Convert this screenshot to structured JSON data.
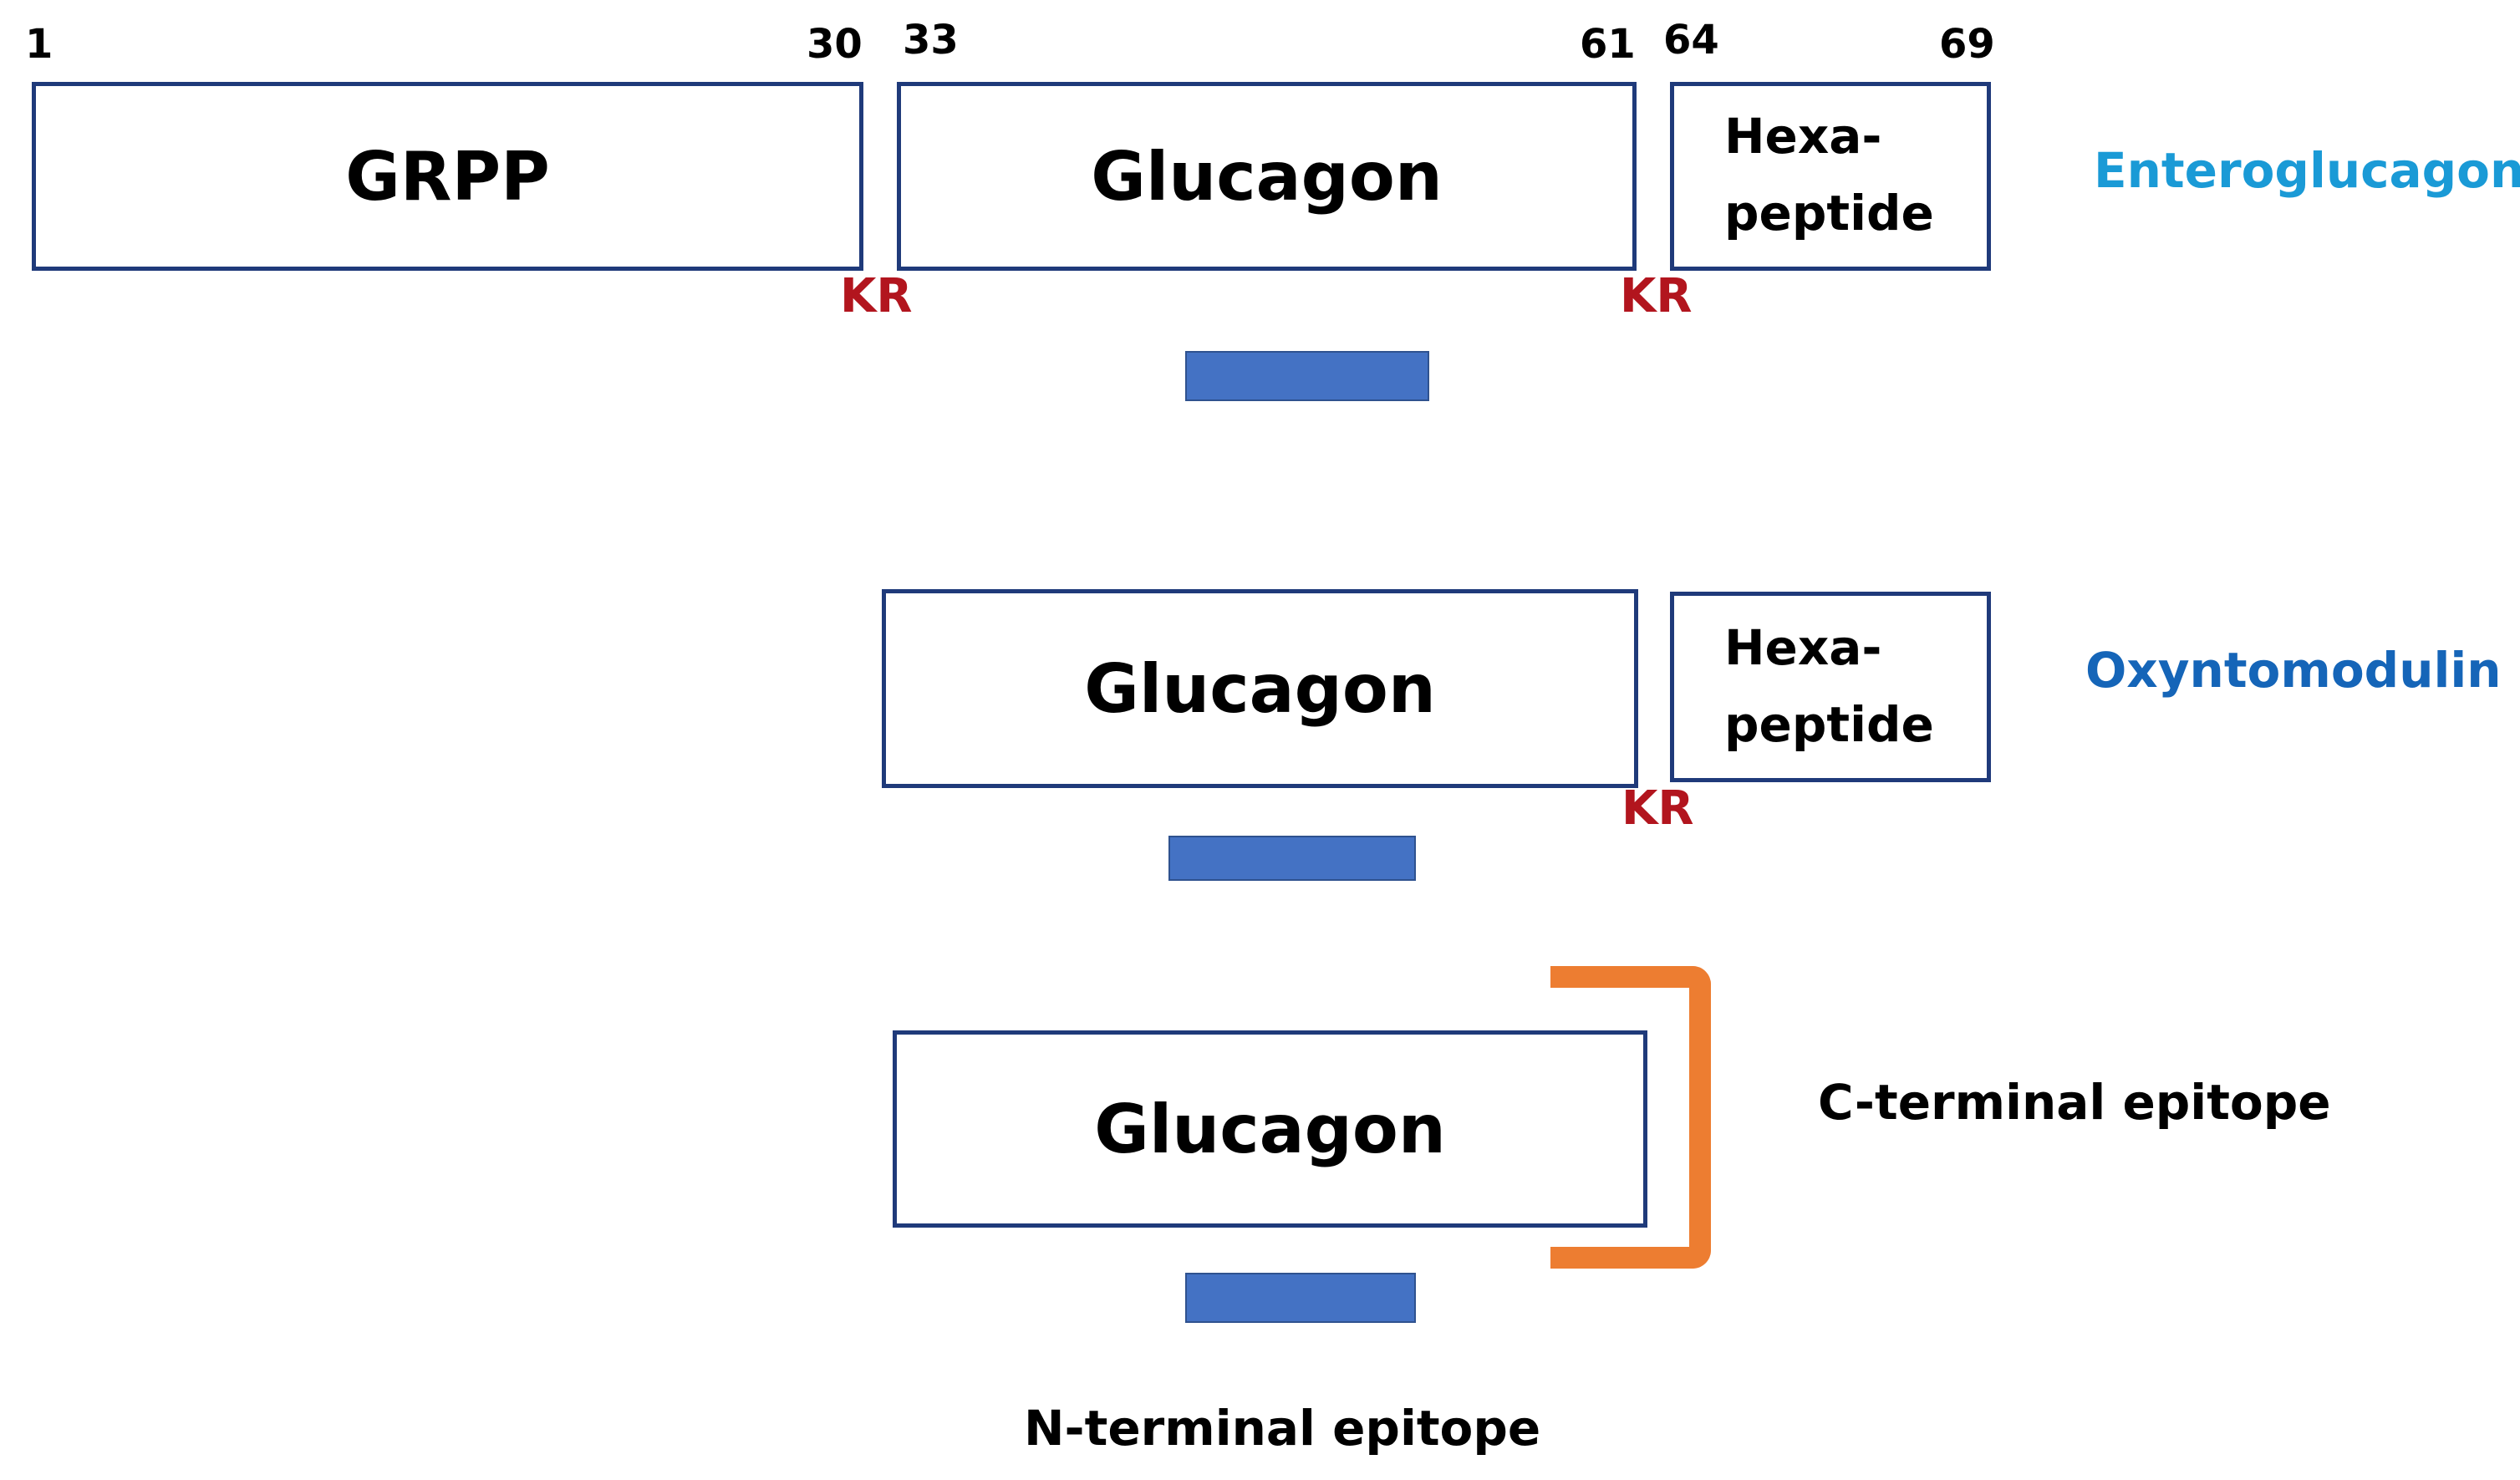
{
  "row1": {
    "numbers": {
      "n1": "1",
      "n30": "30",
      "n33": "33",
      "n61": "61",
      "n64": "64",
      "n69": "69"
    },
    "grpp": "GRPP",
    "glucagon": "Glucagon",
    "hexa_line1": "Hexa-",
    "hexa_line2": "peptide",
    "kr_left": "KR",
    "kr_right": "KR",
    "name": "Enteroglucagon"
  },
  "row2": {
    "glucagon": "Glucagon",
    "hexa_line1": "Hexa-",
    "hexa_line2": "peptide",
    "kr": "KR",
    "name": "Oxyntomodulin"
  },
  "row3": {
    "glucagon": "Glucagon",
    "c_terminal": "C-terminal epitope",
    "n_terminal": "N-terminal epitope"
  },
  "colors": {
    "box_border": "#1f3a7a",
    "kr": "#b2151e",
    "bar": "#4472c4",
    "bracket": "#ed7d31",
    "enteroglucagon": "#1a9ad6",
    "oxyntomodulin": "#1565b8"
  }
}
